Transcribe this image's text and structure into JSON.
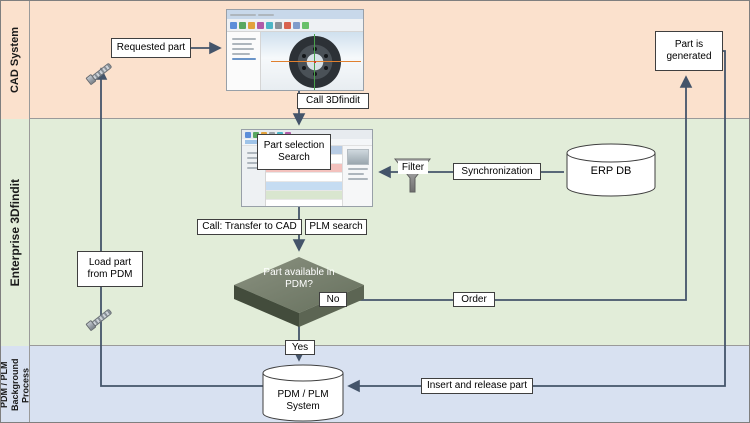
{
  "diagram": {
    "lanes": {
      "cad": "CAD System",
      "findit": "Enterprise 3Dfindit",
      "pdm": "PDM / PLM Background Process"
    },
    "nodes": {
      "requested_part": "Requested part",
      "call_3dfindit": "Call 3Dfindit",
      "part_is_generated": "Part is generated",
      "part_selection_search": "Part selection Search",
      "filter": "Filter",
      "synchronization": "Synchronization",
      "erp_db": "ERP DB",
      "call_transfer_to_cad": "Call: Transfer to CAD",
      "plm_search": "PLM search",
      "load_part_from_pdm": "Load part from PDM",
      "decision": "Part available in PDM?",
      "no": "No",
      "order": "Order",
      "yes": "Yes",
      "pdm_plm_system": "PDM / PLM System",
      "insert_and_release_part": "Insert and release part"
    },
    "colors": {
      "arrow": "#44546A",
      "lane_cad": "#FBE1CD",
      "lane_findit": "#E2EDD9",
      "lane_pdm": "#D8E1F1",
      "decision_top": "#79816F",
      "decision_front_left": "#434C3C",
      "decision_front_right": "#5C6553"
    }
  }
}
